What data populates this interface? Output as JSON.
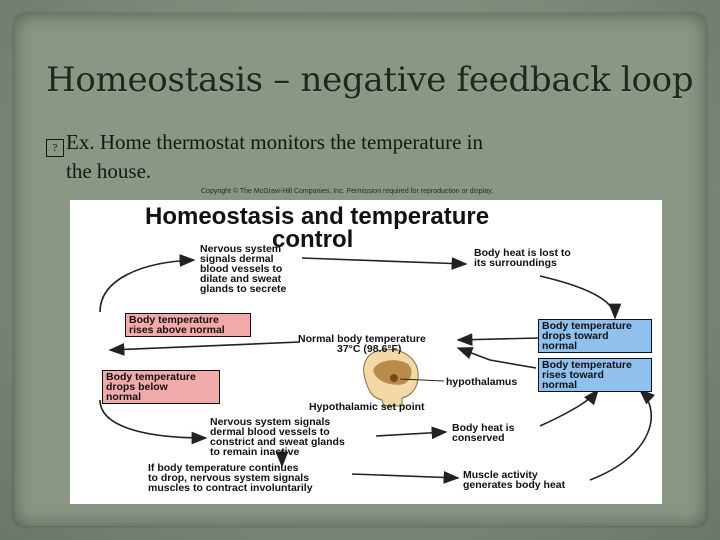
{
  "slide": {
    "title": "Homeostasis – negative feedback loop",
    "bullet_marker": "?",
    "bullet_line1": "Ex.  Home thermostat monitors the temperature in",
    "bullet_line2": "the house."
  },
  "figure": {
    "copyright": "Copyright © The McGraw-Hill Companies, Inc. Permission required for reproduction or display.",
    "title_line1": "Homeostasis and temperature",
    "title_line2": "control",
    "labels": {
      "nervous_dilate": "Nervous system\nsignals dermal\nblood vessels to\ndilate and sweat\nglands to secrete",
      "heat_lost": "Body heat is lost to\nits surroundings",
      "rises_above": "Body temperature\nrises above normal",
      "drops_toward": "Body temperature\ndrops toward\nnormal",
      "normal_temp": "Normal body temperature",
      "normal_temp_value": "37°C (98.6°F)",
      "rises_toward": "Body temperature\nrises toward\nnormal",
      "drops_below": "Body temperature\ndrops below\nnormal",
      "hypothalamus": "hypothalamus",
      "set_point": "Hypothalamic set point",
      "nervous_constrict": "Nervous system signals\ndermal blood vessels to\nconstrict and sweat glands\nto remain inactive",
      "heat_conserved": "Body heat is\nconserved",
      "if_continues": "If body temperature continues\nto drop, nervous system signals\nmuscles to contract involuntarily",
      "muscle_activity": "Muscle activity\ngenerates body heat"
    },
    "colors": {
      "warm_box": "#f2a9a9",
      "cool_box": "#8fc0ee",
      "head_skin": "#f4d9a8",
      "brain": "#b98a4a"
    }
  }
}
